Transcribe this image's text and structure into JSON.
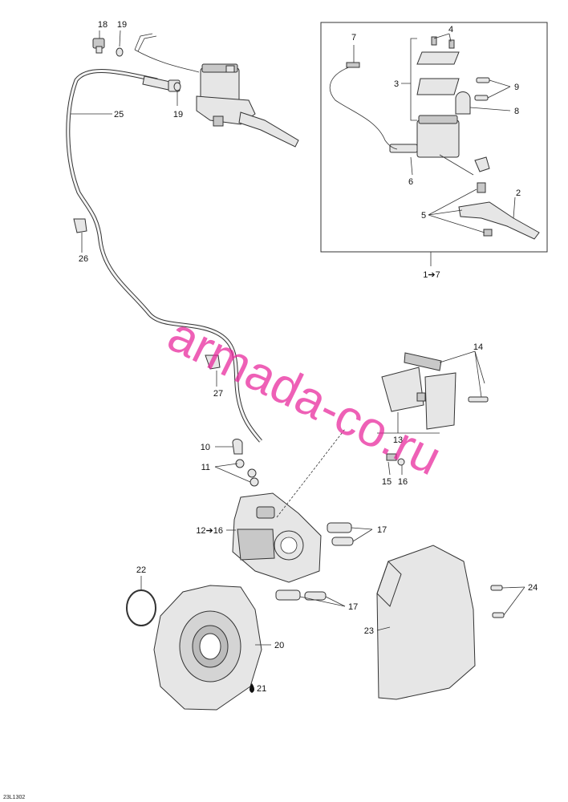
{
  "diagram_code": "23L1302",
  "watermark": "armada-co.ru",
  "callouts": {
    "c18": "18",
    "c19a": "19",
    "c19b": "19",
    "c25": "25",
    "c26": "26",
    "c27": "27",
    "c7": "7",
    "c4": "4",
    "c3": "3",
    "c9": "9",
    "c8": "8",
    "c6": "6",
    "c2": "2",
    "c5": "5",
    "c1to7": "1➔7",
    "c14": "14",
    "c13": "13",
    "c15": "15",
    "c16": "16",
    "c10": "10",
    "c11": "11",
    "c12to16": "12➔16",
    "c17a": "17",
    "c17b": "17",
    "c22": "22",
    "c20": "20",
    "c21": "21",
    "c23": "23",
    "c24": "24"
  },
  "colors": {
    "watermark": "#e8239a",
    "line": "#333333",
    "part_fill": "#e6e6e6"
  }
}
